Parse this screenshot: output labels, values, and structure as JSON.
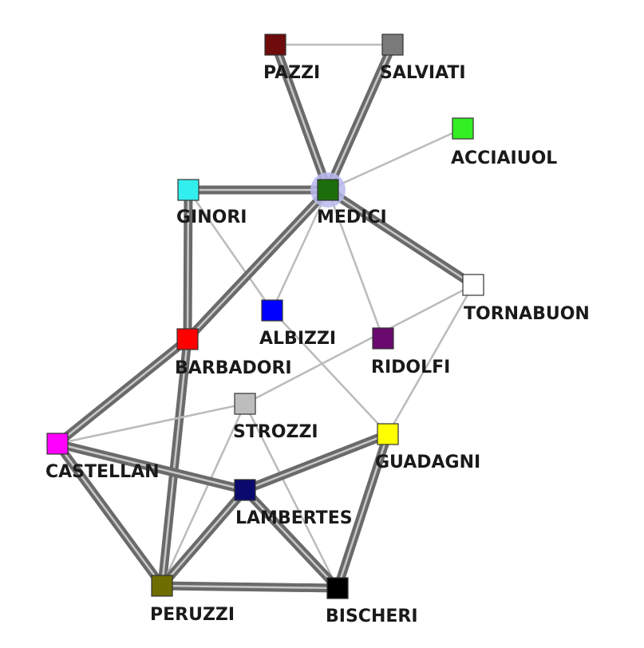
{
  "nodes": [
    {
      "id": "PAZZI",
      "label": "PAZZI",
      "color": "#6e0b0b"
    },
    {
      "id": "SALVIATI",
      "label": "SALVIATI",
      "color": "#7a7a7a"
    },
    {
      "id": "ACCIAIUOL",
      "label": "ACCIAIUOL",
      "color": "#33ee22"
    },
    {
      "id": "GINORI",
      "label": "GINORI",
      "color": "#33eeee"
    },
    {
      "id": "MEDICI",
      "label": "MEDICI",
      "color": "#1c6e0c"
    },
    {
      "id": "TORNABUON",
      "label": "TORNABUON",
      "color": "#ffffff"
    },
    {
      "id": "ALBIZZI",
      "label": "ALBIZZI",
      "color": "#0000ff"
    },
    {
      "id": "BARBADORI",
      "label": "BARBADORI",
      "color": "#ff0000"
    },
    {
      "id": "RIDOLFI",
      "label": "RIDOLFI",
      "color": "#6a0a6e"
    },
    {
      "id": "STROZZI",
      "label": "STROZZI",
      "color": "#bdbdbd"
    },
    {
      "id": "CASTELLAN",
      "label": "CASTELLAN",
      "color": "#ff00ff"
    },
    {
      "id": "GUADAGNI",
      "label": "GUADAGNI",
      "color": "#ffff00"
    },
    {
      "id": "LAMBERTES",
      "label": "LAMBERTES",
      "color": "#0a0a6e"
    },
    {
      "id": "PERUZZI",
      "label": "PERUZZI",
      "color": "#6e6e00"
    },
    {
      "id": "BISCHERI",
      "label": "BISCHERI",
      "color": "#000000"
    }
  ],
  "edges": [
    {
      "source": "PAZZI",
      "target": "SALVIATI",
      "weight": "thin"
    },
    {
      "source": "PAZZI",
      "target": "MEDICI",
      "weight": "thick"
    },
    {
      "source": "SALVIATI",
      "target": "MEDICI",
      "weight": "thick"
    },
    {
      "source": "ACCIAIUOL",
      "target": "MEDICI",
      "weight": "thin"
    },
    {
      "source": "GINORI",
      "target": "MEDICI",
      "weight": "thick"
    },
    {
      "source": "GINORI",
      "target": "BARBADORI",
      "weight": "thick"
    },
    {
      "source": "GINORI",
      "target": "ALBIZZI",
      "weight": "thin"
    },
    {
      "source": "MEDICI",
      "target": "TORNABUON",
      "weight": "thick"
    },
    {
      "source": "MEDICI",
      "target": "BARBADORI",
      "weight": "thick"
    },
    {
      "source": "MEDICI",
      "target": "ALBIZZI",
      "weight": "thin"
    },
    {
      "source": "MEDICI",
      "target": "RIDOLFI",
      "weight": "thin"
    },
    {
      "source": "TORNABUON",
      "target": "STROZZI",
      "weight": "thin"
    },
    {
      "source": "TORNABUON",
      "target": "GUADAGNI",
      "weight": "thin"
    },
    {
      "source": "ALBIZZI",
      "target": "GUADAGNI",
      "weight": "thin"
    },
    {
      "source": "BARBADORI",
      "target": "CASTELLAN",
      "weight": "thick"
    },
    {
      "source": "BARBADORI",
      "target": "PERUZZI",
      "weight": "thick"
    },
    {
      "source": "STROZZI",
      "target": "CASTELLAN",
      "weight": "thin"
    },
    {
      "source": "STROZZI",
      "target": "PERUZZI",
      "weight": "thin"
    },
    {
      "source": "STROZZI",
      "target": "BISCHERI",
      "weight": "thin"
    },
    {
      "source": "CASTELLAN",
      "target": "LAMBERTES",
      "weight": "thick"
    },
    {
      "source": "CASTELLAN",
      "target": "PERUZZI",
      "weight": "thick"
    },
    {
      "source": "GUADAGNI",
      "target": "LAMBERTES",
      "weight": "thick"
    },
    {
      "source": "GUADAGNI",
      "target": "BISCHERI",
      "weight": "thick"
    },
    {
      "source": "LAMBERTES",
      "target": "PERUZZI",
      "weight": "thick"
    },
    {
      "source": "LAMBERTES",
      "target": "BISCHERI",
      "weight": "thick"
    },
    {
      "source": "PERUZZI",
      "target": "BISCHERI",
      "weight": "thick"
    }
  ],
  "selected_node": "MEDICI",
  "colors": {
    "thin_edge": "#bbbbbb",
    "thick_edge_outer": "#6a6a6a",
    "thick_edge_inner": "#c8c8c8",
    "selection_halo": "#b8b8ee",
    "node_border": "#333333"
  }
}
